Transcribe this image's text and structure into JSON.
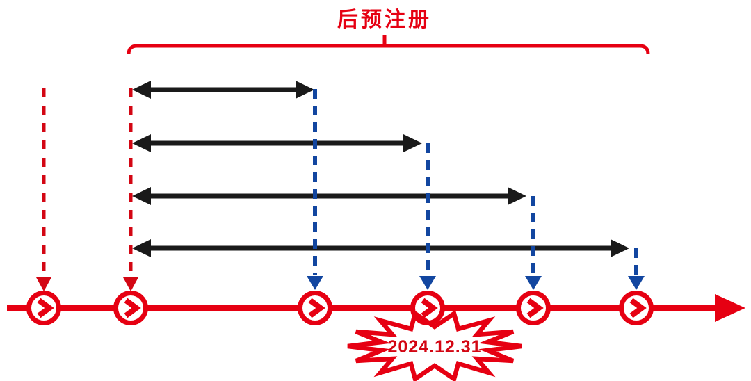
{
  "header": {
    "title": "后预注册"
  },
  "milestone": {
    "date": "2024.12.31"
  },
  "colors": {
    "background": "#ffffff",
    "primary_red": "#e60012",
    "dash_red": "#d30613",
    "arrow_black": "#1a1a1a",
    "navy_blue": "#1246a0",
    "node_fill": "#ffffff"
  },
  "diagram": {
    "type": "timeline",
    "node_count": 6,
    "nodes": [
      {
        "id": "node-1",
        "marker": "chevron-right",
        "pointer": "red-dashed-arrow"
      },
      {
        "id": "node-2",
        "marker": "chevron-right",
        "pointer": "red-dashed-arrow"
      },
      {
        "id": "node-3",
        "marker": "chevron-right",
        "pointer": "blue-dashed-arrow"
      },
      {
        "id": "node-4",
        "marker": "chevron-right",
        "pointer": "blue-dashed-arrow",
        "label": "2024.12.31"
      },
      {
        "id": "node-5",
        "marker": "chevron-right",
        "pointer": "blue-dashed-arrow"
      },
      {
        "id": "node-6",
        "marker": "chevron-right",
        "pointer": "blue-dashed-arrow"
      }
    ],
    "spans": [
      {
        "from": "node-2",
        "to": "node-3",
        "style": "black-double-arrow"
      },
      {
        "from": "node-2",
        "to": "node-4",
        "style": "black-double-arrow"
      },
      {
        "from": "node-2",
        "to": "node-5",
        "style": "black-double-arrow"
      },
      {
        "from": "node-2",
        "to": "node-6",
        "style": "black-double-arrow"
      }
    ],
    "bracket": {
      "label": "后预注册",
      "from": "node-2",
      "to": "node-6"
    }
  }
}
